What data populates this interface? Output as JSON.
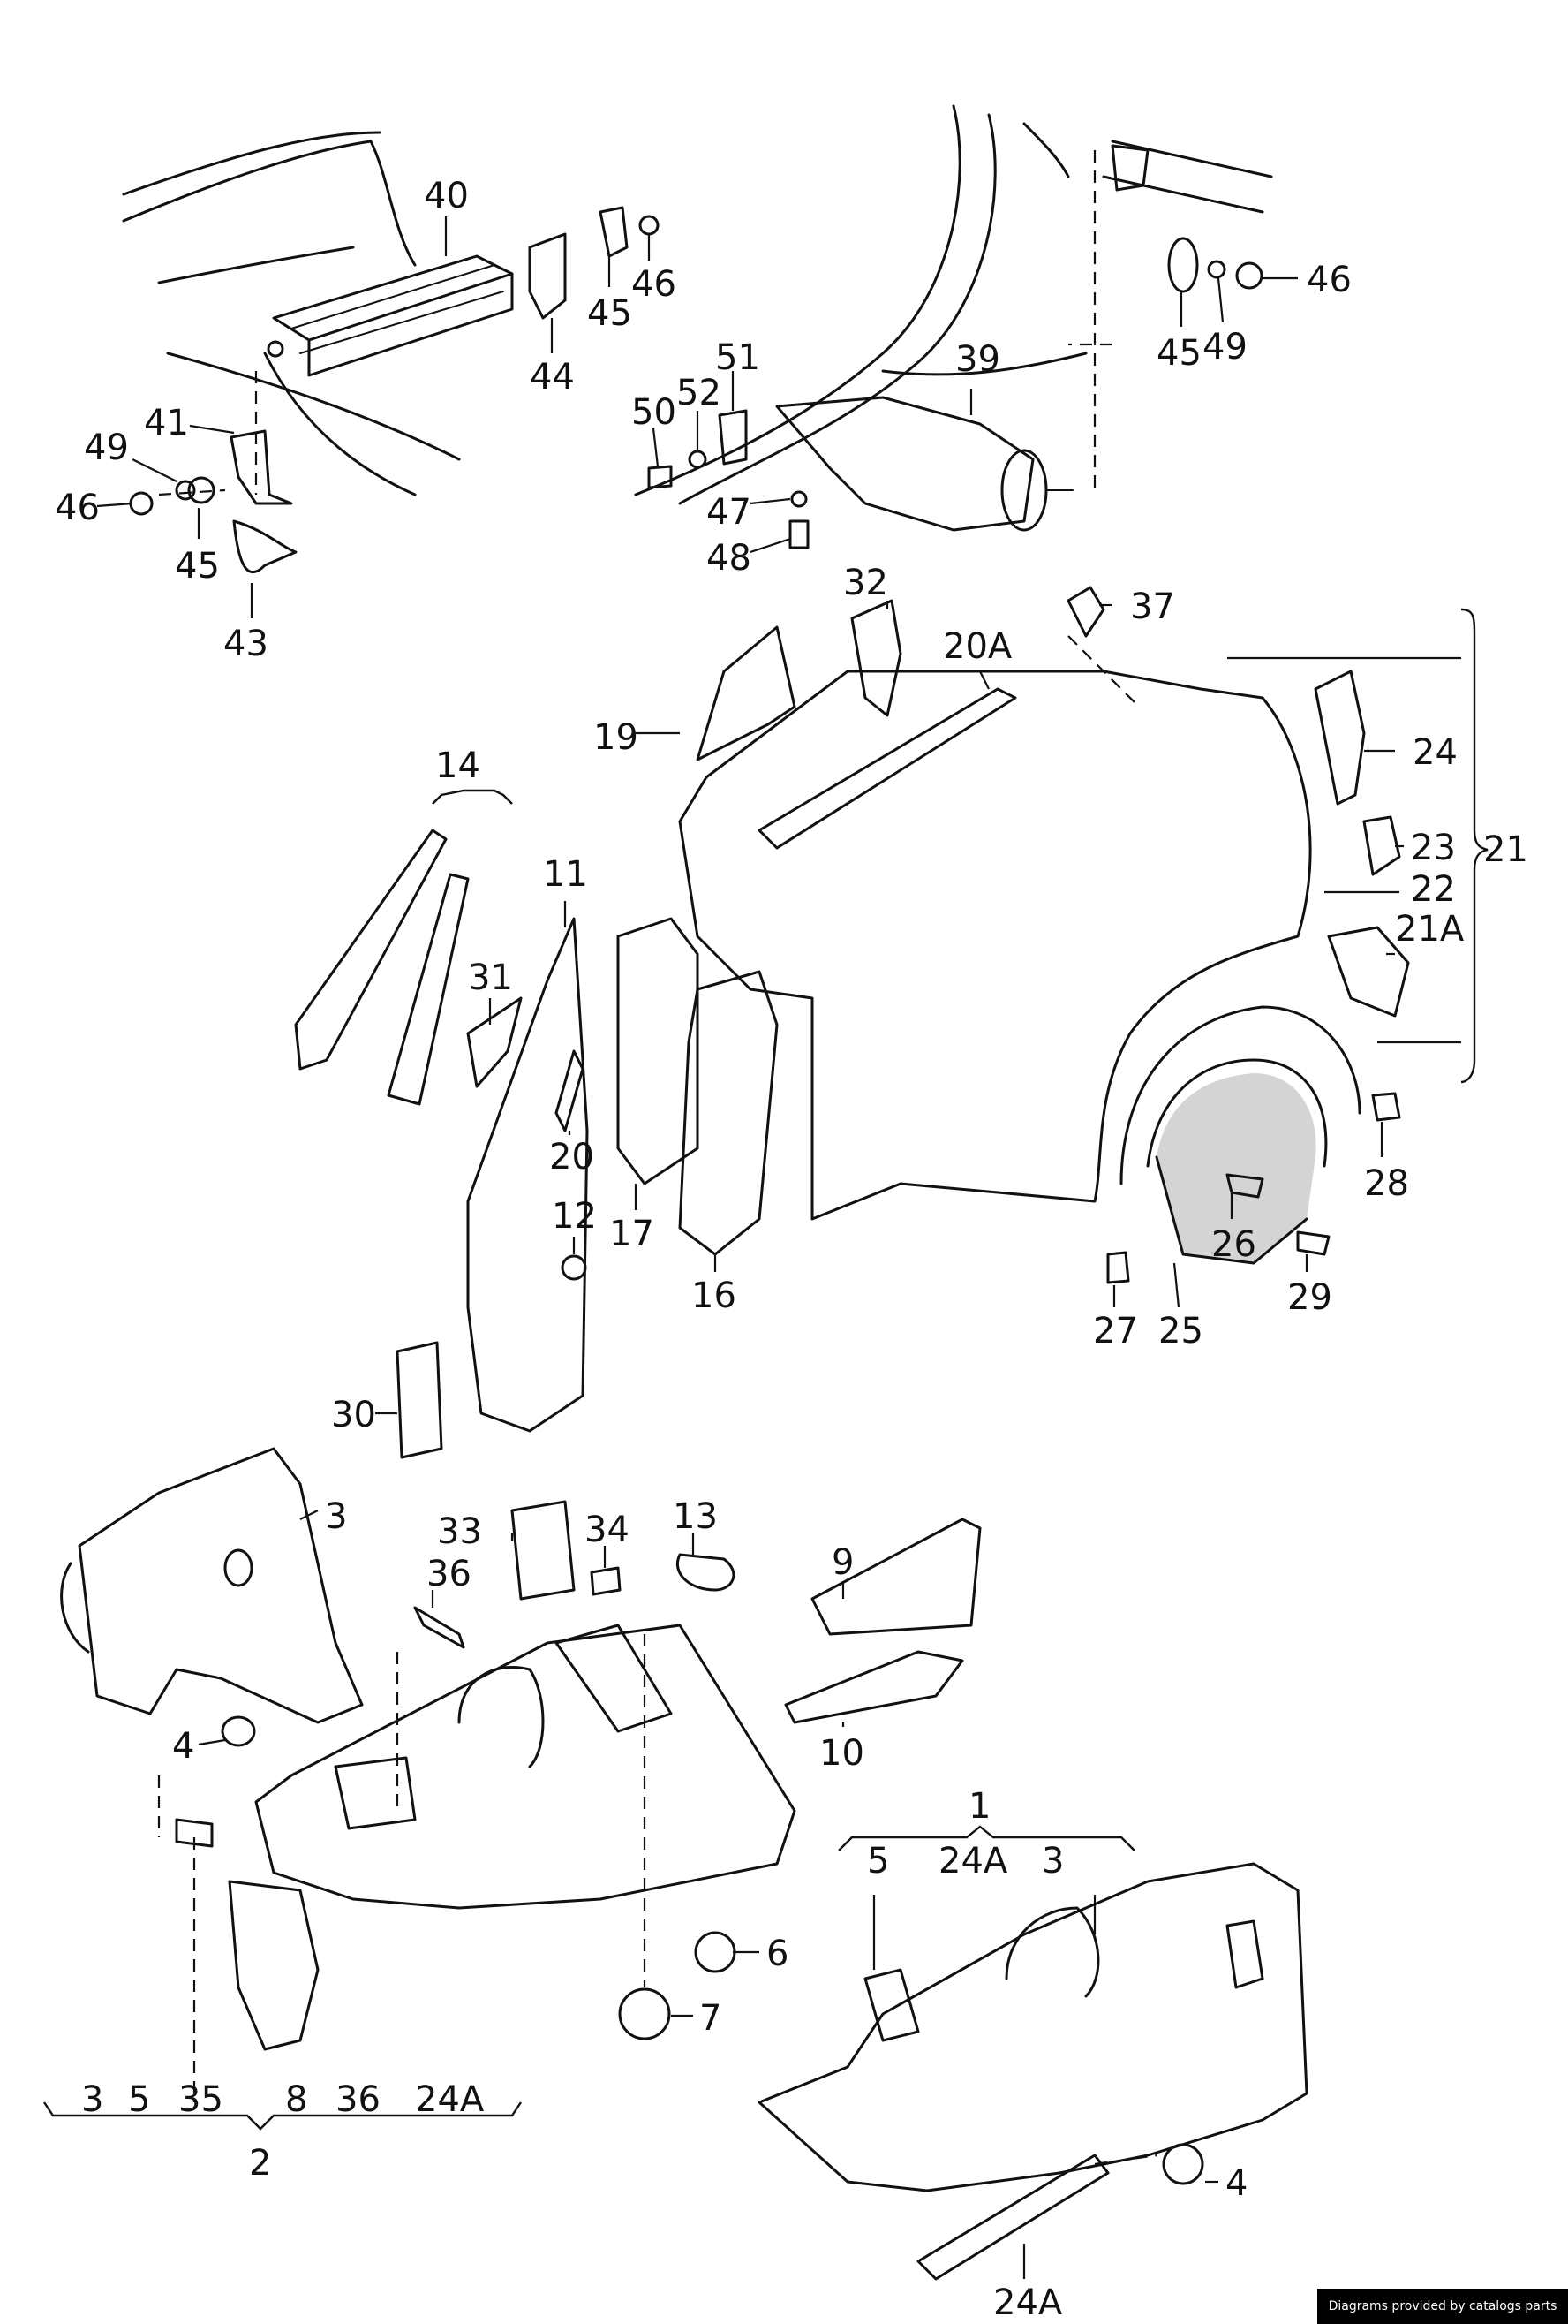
{
  "callouts": {
    "c40": "40",
    "c46a": "46",
    "c45a": "45",
    "c44": "44",
    "c41": "41",
    "c49a": "49",
    "c46b": "46",
    "c45b": "45",
    "c43": "43",
    "c46c": "46",
    "c45c": "45",
    "c49b": "49",
    "c39": "39",
    "c51": "51",
    "c52": "52",
    "c50": "50",
    "c47": "47",
    "c48": "48",
    "c32": "32",
    "c37": "37",
    "c20a": "20A",
    "c19": "19",
    "c24a": "24",
    "c23": "23",
    "c21": "21",
    "c22": "22",
    "c21a": "21A",
    "c14": "14",
    "c11": "11",
    "c31": "31",
    "c20": "20",
    "c12": "12",
    "c17": "17",
    "c16": "16",
    "c30": "30",
    "c28": "28",
    "c26": "26",
    "c29": "29",
    "c27": "27",
    "c25": "25",
    "c3a": "3",
    "c33": "33",
    "c34": "34",
    "c13": "13",
    "c36a": "36",
    "c9": "9",
    "c10": "10",
    "c4a": "4",
    "c6": "6",
    "c7": "7",
    "g3": "3",
    "g5": "5",
    "g35": "35",
    "g8": "8",
    "g36": "36",
    "g24a": "24A",
    "c2": "2",
    "c1": "1",
    "r5": "5",
    "r24a": "24A",
    "r3": "3",
    "c4b": "4",
    "c24ab": "24A"
  },
  "credit": "Diagrams provided by catalogs parts"
}
